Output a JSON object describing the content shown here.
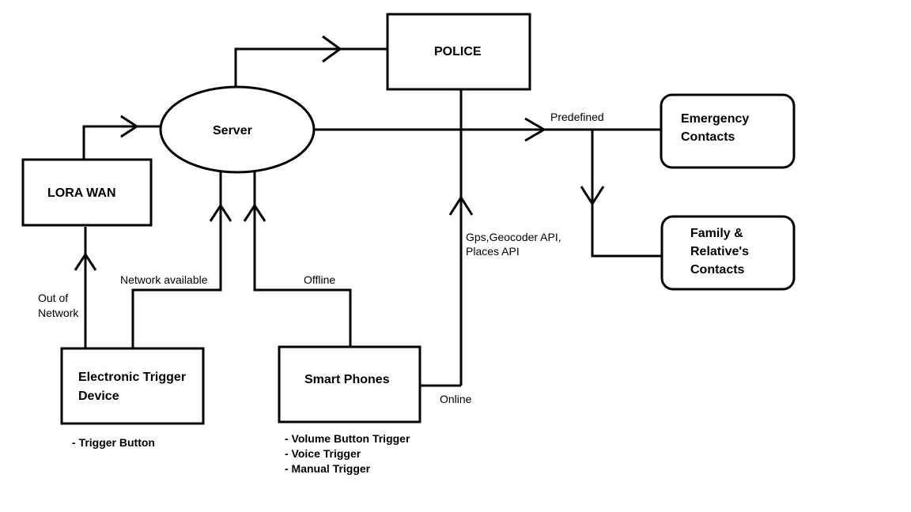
{
  "nodes": {
    "police": "POLICE",
    "server": "Server",
    "lora_wan": "LORA WAN",
    "emergency_line1": "Emergency",
    "emergency_line2": "Contacts",
    "family_line1": "Family &",
    "family_line2": "Relative's",
    "family_line3": "Contacts",
    "trigger_line1": "Electronic Trigger",
    "trigger_line2": "Device",
    "smartphones": "Smart Phones"
  },
  "edge_labels": {
    "predefined": "Predefined",
    "network_available": "Network available",
    "offline": "Offline",
    "out_of_line1": "Out of",
    "out_of_line2": "Network",
    "online": "Online",
    "api_line1": "Gps,Geocoder API,",
    "api_line2": "Places API"
  },
  "notes": {
    "trigger_features": [
      "- Trigger Button"
    ],
    "phone_features": [
      "- Volume Button Trigger",
      "- Voice Trigger",
      "- Manual Trigger"
    ]
  }
}
